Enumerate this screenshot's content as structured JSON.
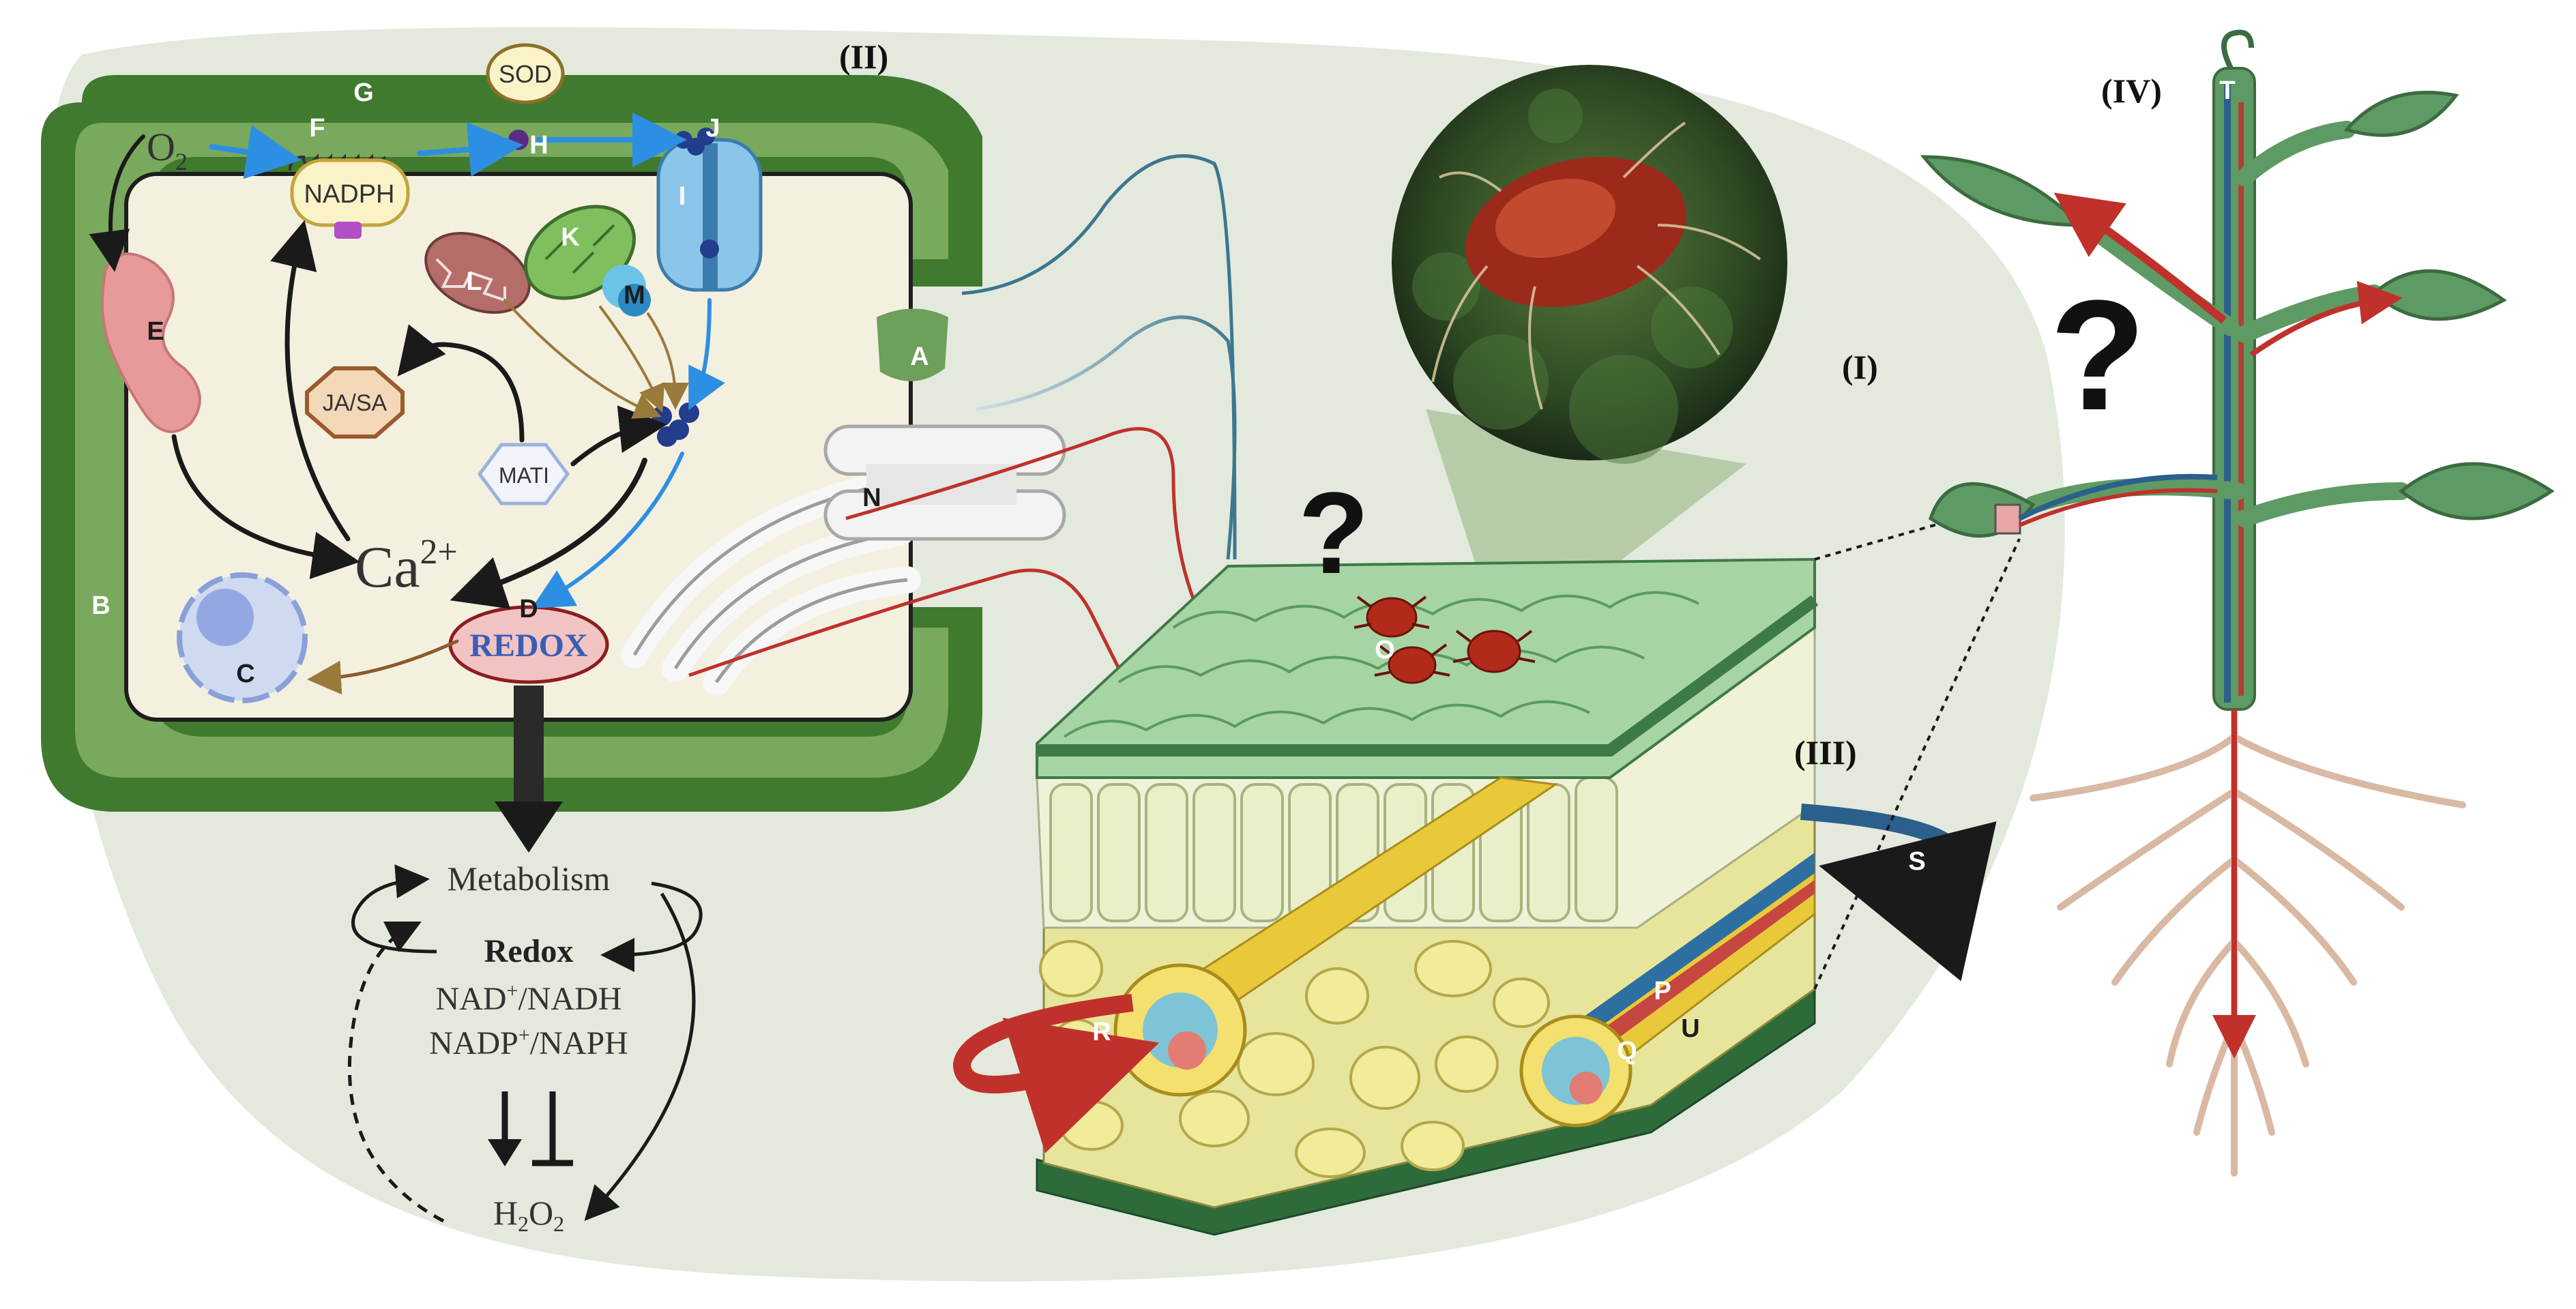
{
  "panels": {
    "p1": "(I)",
    "p2": "(II)",
    "p3": "(III)",
    "p4": "(IV)"
  },
  "letters": {
    "A": "A",
    "B": "B",
    "C": "C",
    "D": "D",
    "E": "E",
    "F": "F",
    "G": "G",
    "H": "H",
    "I": "I",
    "J": "J",
    "K": "K",
    "L": "L",
    "M": "M",
    "N": "N",
    "O": "O",
    "P": "P",
    "Q": "Q",
    "R": "R",
    "S": "S",
    "T": "T",
    "U": "U"
  },
  "cell": {
    "o2": "O",
    "o2_sub": "2",
    "nadph": "NADPH",
    "sod": "SOD",
    "ja_sa": "JA/SA",
    "mati": "MATI",
    "calcium": "Ca",
    "calcium_sup": "2+",
    "redox": "REDOX"
  },
  "cycle": {
    "metabolism": "Metabolism",
    "redox": "Redox",
    "nad_pre": "NAD",
    "nad_sup": "+",
    "nad_post": "/NADH",
    "nadp_pre": "NADP",
    "nadp_sup": "+",
    "nadp_post": "/NAPH",
    "h2o2_a": "H",
    "h2o2_b": "2",
    "h2o2_c": "O",
    "h2o2_d": "2"
  },
  "question_mark": "?",
  "colors": {
    "cell_wall": "#3f7a2e",
    "cytoplasm": "#f4f0e0",
    "background_blob": "#e3e9dc",
    "leaf_green": "#5e9a63",
    "red_arrow": "#c0312b",
    "blue_arrow": "#2d77c9",
    "xylem_blue": "#2b5f8c",
    "root": "#d9b9a3"
  }
}
